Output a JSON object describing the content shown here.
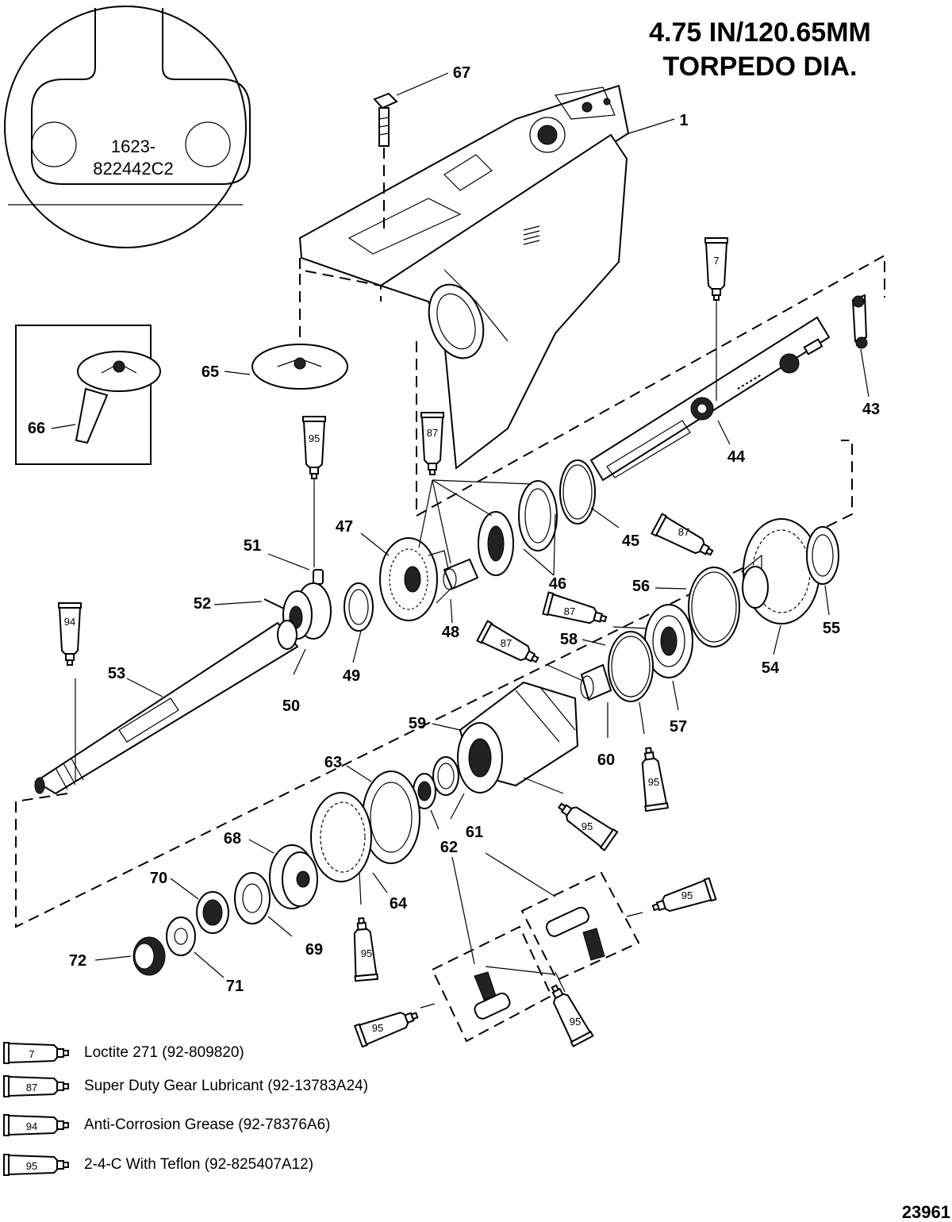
{
  "title": {
    "line1": "4.75 IN/120.65MM",
    "line2": "TORPEDO DIA."
  },
  "inset_part_number": {
    "line1": "1623-",
    "line2": "822442C2"
  },
  "figure_number": "23961",
  "callouts": [
    "67",
    "1",
    "7",
    "43",
    "44",
    "65",
    "66",
    "95",
    "87",
    "45",
    "46",
    "47",
    "48",
    "51",
    "52",
    "53",
    "49",
    "50",
    "87",
    "56",
    "55",
    "87",
    "58",
    "54",
    "87",
    "57",
    "59",
    "60",
    "63",
    "61",
    "62",
    "95",
    "68",
    "70",
    "64",
    "69",
    "95",
    "95",
    "72",
    "71",
    "95",
    "95",
    "95"
  ],
  "legend": [
    {
      "tube": "7",
      "text": "Loctite 271 (92-809820)"
    },
    {
      "tube": "87",
      "text": "Super Duty Gear Lubricant (92-13783A24)"
    },
    {
      "tube": "94",
      "text": "Anti-Corrosion Grease (92-78376A6)"
    },
    {
      "tube": "95",
      "text": "2-4-C  With Teflon (92-825407A12)"
    }
  ],
  "tube_labels": {
    "t7": "7",
    "t87a": "87",
    "t95a": "95",
    "t94": "94",
    "t87b": "87",
    "t87c": "87",
    "t87d": "87",
    "t95b": "95",
    "t95c": "95",
    "t95d": "95",
    "t95e": "95",
    "t95f": "95",
    "t95g": "95"
  }
}
